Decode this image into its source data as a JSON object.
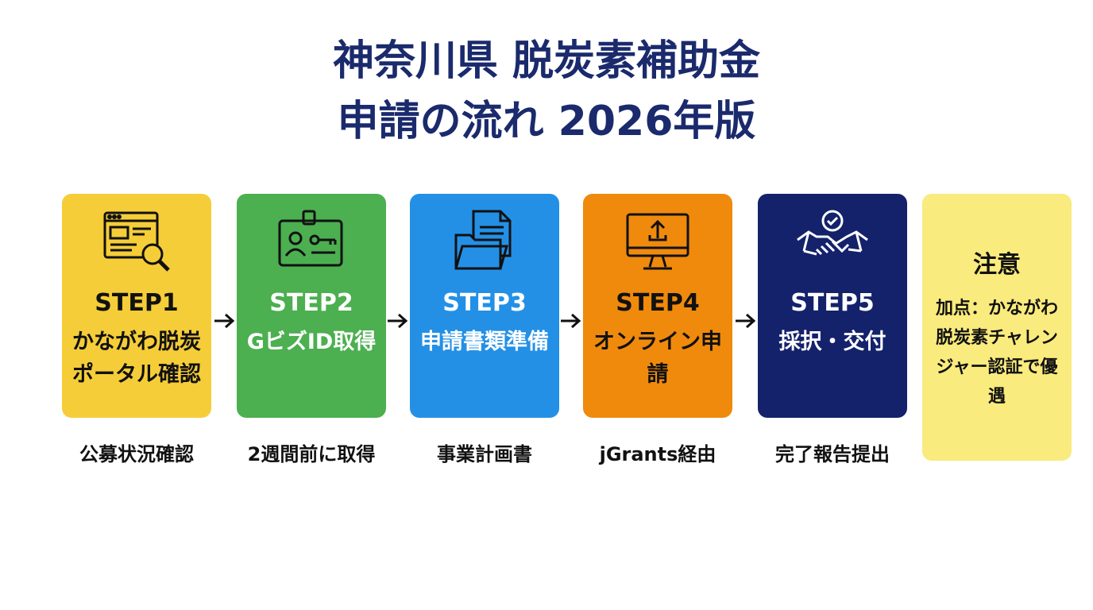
{
  "title": {
    "line1": "神奈川県 脱炭素補助金",
    "line2": "申請の流れ 2026年版"
  },
  "steps": [
    {
      "step": "STEP1",
      "label": "かながわ脱炭ポータル確認",
      "sub": "公募状況確認",
      "icon": "web-search-icon",
      "color": "#f5cd38",
      "text_color": "#111111"
    },
    {
      "step": "STEP2",
      "label": "GビズID取得",
      "sub": "2週間前に取得",
      "icon": "id-card-key-icon",
      "color": "#4caf50",
      "text_color": "#ffffff"
    },
    {
      "step": "STEP3",
      "label": "申請書類準備",
      "sub": "事業計画書",
      "icon": "documents-folder-icon",
      "color": "#2390e6",
      "text_color": "#ffffff"
    },
    {
      "step": "STEP4",
      "label": "オンライン申請",
      "sub": "jGrants経由",
      "icon": "monitor-upload-icon",
      "color": "#f08a0c",
      "text_color": "#111111"
    },
    {
      "step": "STEP5",
      "label": "採択・交付",
      "sub": "完了報告提出",
      "icon": "handshake-check-icon",
      "color": "#14226b",
      "text_color": "#ffffff"
    }
  ],
  "note": {
    "title": "注意",
    "body": "加点：かながわ脱炭素チャレンジャー認証で優遇",
    "color": "#f9eb7d"
  }
}
